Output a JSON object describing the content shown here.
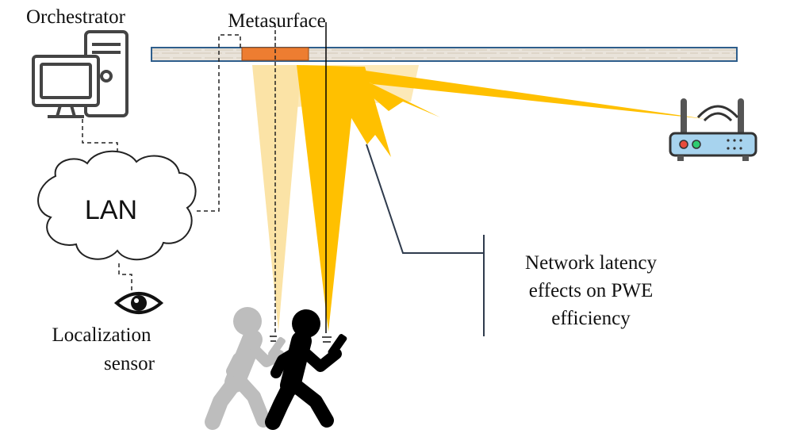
{
  "labels": {
    "orchestrator": "Orchestrator",
    "metasurface": "Metasurface",
    "lan": "LAN",
    "localization_line1": "Localization",
    "localization_line2": "sensor",
    "annotation_line1": "Network latency",
    "annotation_line2": "effects on PWE",
    "annotation_line3": "efficiency"
  },
  "colors": {
    "beam": "#FFC000",
    "beam_faded": "#FBE3A6",
    "metasurface_tile": "#ED7D31",
    "ceiling_border": "#2E5E8C",
    "router_body": "#A7D3EE",
    "user_current": "#000000",
    "user_previous": "#BDBDBD"
  },
  "icons": {
    "orchestrator": "desktop-computer-icon",
    "lan": "cloud-icon",
    "sensor": "eye-icon",
    "access_point": "wifi-router-icon",
    "users": "walking-person-phone-icon"
  }
}
